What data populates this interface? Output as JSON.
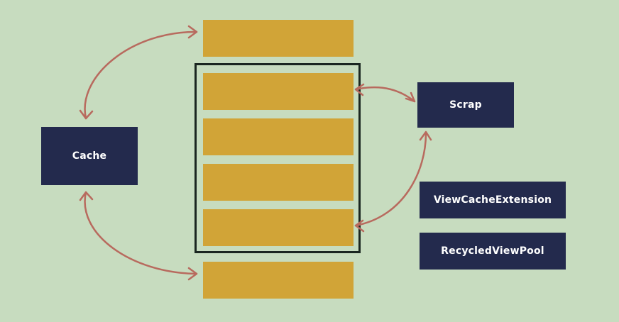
{
  "colors": {
    "background": "#c7dcbf",
    "item_fill": "#d1a437",
    "box_fill": "#232a4d",
    "box_text": "#ffffff",
    "viewport_border": "#1a2620",
    "arrow": "#b86a5e"
  },
  "boxes": {
    "cache": "Cache",
    "scrap": "Scrap",
    "view_cache_extension": "ViewCacheExtension",
    "recycled_view_pool": "RecycledViewPool"
  }
}
